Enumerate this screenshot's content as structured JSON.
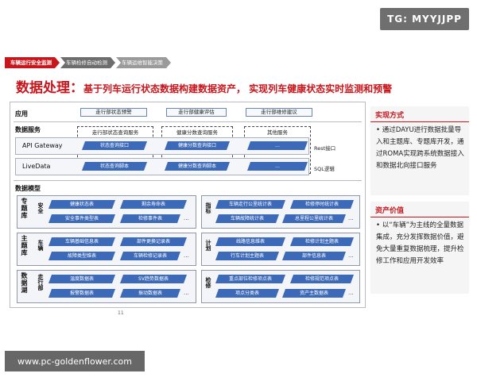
{
  "watermarks": {
    "top": "TG: MYYJJPP",
    "bottom": "www.pc-goldenflower.com"
  },
  "breadcrumbs": [
    "车辆运行安全监测",
    "车辆检修自动检测",
    "车辆运维智能决策"
  ],
  "title": {
    "main": "数据处理：",
    "sub": "基于列车运行状态数据构建数据资产， 实现列车健康状态实时监测和预警"
  },
  "app": {
    "label": "应用",
    "items": [
      "走行部状态预警",
      "走行部健康评估",
      "走行部维修建议"
    ]
  },
  "service": {
    "label": "数据服务",
    "columns": [
      "走行部状态查询服务",
      "健康分数查询服务",
      "其他服务"
    ],
    "rows": [
      {
        "name": "API Gateway",
        "cells": [
          "状态查询接口",
          "健康分数查询接口",
          "..."
        ],
        "right": "Rest接口"
      },
      {
        "name": "LiveData",
        "cells": [
          "状态查询脚本",
          "健康分数查询脚本",
          "..."
        ],
        "right": "SQL逻辑"
      }
    ]
  },
  "model": {
    "label": "数据模型",
    "layers": [
      {
        "label": "专题库",
        "left": {
          "sub": "安全",
          "rows": [
            [
              "健康状态表",
              "剩余寿命表"
            ],
            [
              "安全事件类型表",
              "检修事件表",
              "..."
            ]
          ]
        },
        "right": {
          "sub": "指标",
          "rows": [
            [
              "车辆走行公里统计表",
              "检修停时统计表"
            ],
            [
              "车辆故障统计表",
              "总里程公里统计表",
              "..."
            ]
          ]
        }
      },
      {
        "label": "主题库",
        "left": {
          "sub": "车辆",
          "rows": [
            [
              "车辆基础信息表",
              "部件更换记录表"
            ],
            [
              "故障类型维表",
              "车辆检修记录表",
              "..."
            ]
          ]
        },
        "right": {
          "sub": "计划",
          "rows": [
            [
              "线路信息维表",
              "检修计划主题表"
            ],
            [
              "行车计划主题表",
              "部件信息表",
              "..."
            ]
          ]
        }
      },
      {
        "label": "数据湖",
        "left": {
          "sub": "走行部",
          "rows": [
            [
              "温度数据表",
              "SV趋势数据表"
            ],
            [
              "报警数据表",
              "振动数据表",
              "..."
            ]
          ]
        },
        "right": {
          "sub": "检修",
          "rows": [
            [
              "重点部位检修项点表",
              "检修规范项点表"
            ],
            [
              "项点分类表",
              "资产主数据表",
              "..."
            ]
          ]
        }
      }
    ]
  },
  "side": [
    {
      "heading": "实现方式",
      "text": "• 通过DAYU进行数据批量导入和主题库、专题库开发，通过ROMA实现跨系统数据接入和数据北向接口服务"
    },
    {
      "heading": "资产价值",
      "text": "• 以“车辆”为主线的全量数据集成，充分发挥数据价值，避免大量重复数据梳理，提升检修工作和应用开发效率"
    }
  ],
  "page_number": "11",
  "colors": {
    "accent": "#c8161d",
    "bar": "#3d6ab8",
    "gray": "#6d6d6d"
  }
}
